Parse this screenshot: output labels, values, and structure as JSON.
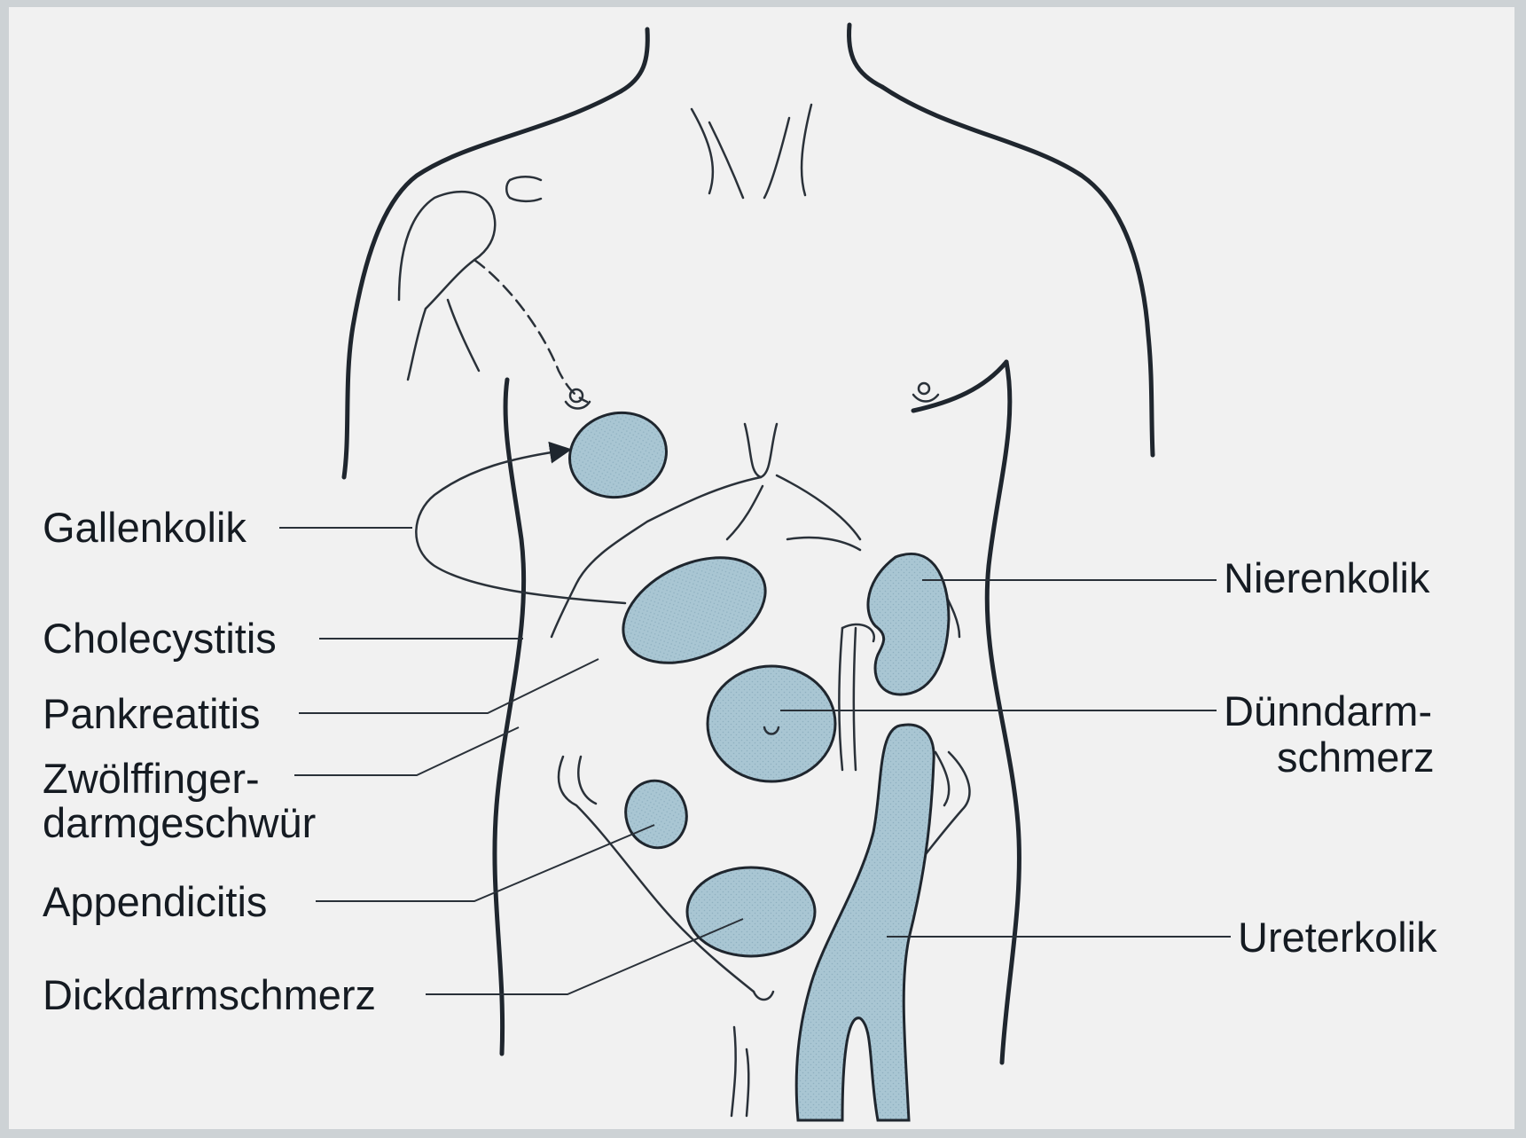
{
  "colors": {
    "background": "#f1f1f1",
    "frame": "#cdd2d5",
    "pain_zone": "#a9c6d3",
    "line": "#1f262e"
  },
  "labels": {
    "left": {
      "gallenkolik": "Gallenkolik",
      "cholecystitis": "Cholecystitis",
      "pankreatitis": "Pankreatitis",
      "zwoelffinger_line1": "Zwölffinger-",
      "zwoelffinger_line2": "darmgeschwür",
      "appendicitis": "Appendicitis",
      "dickdarmschmerz": "Dickdarmschmerz"
    },
    "right": {
      "nierenkolik": "Nierenkolik",
      "duenndarm_line1": "Dünndarm-",
      "duenndarm_line2": "schmerz",
      "ureterkolik": "Ureterkolik"
    }
  },
  "icons": {
    "referred_pain_arrow": "curved-arrow-icon"
  }
}
